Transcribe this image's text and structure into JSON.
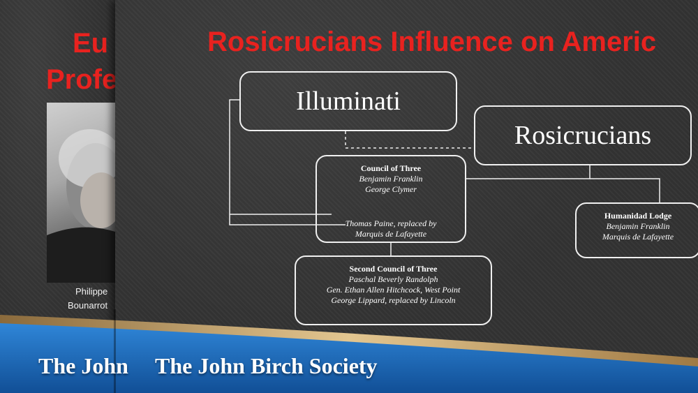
{
  "back_slide": {
    "title_line_1": "Eu",
    "title_line_2": "Profe",
    "caption_line_1": "Philippe",
    "caption_line_2": "Bounarrot"
  },
  "front_slide": {
    "title": "Rosicrucians Influence on Americ",
    "illuminati": "Illuminati",
    "rosicrucians": "Rosicrucians",
    "council_of_three": {
      "heading": "Council of Three",
      "members": [
        "Benjamin Franklin",
        "George Clymer"
      ],
      "replacement": [
        "Thomas Paine, replaced by",
        "Marquis de Lafayette"
      ]
    },
    "humanidad_lodge": {
      "heading": "Humanidad Lodge",
      "members": [
        "Benjamin Franklin",
        "Marquis de Lafayette"
      ]
    },
    "second_council": {
      "heading": "Second Council of Three",
      "members": [
        "Paschal Beverly Randolph",
        "Gen. Ethan Allen Hitchcock, West Point",
        "George Lippard, replaced by Lincoln"
      ]
    }
  },
  "footer": {
    "back_society": "The John",
    "front_society": "The John Birch Society"
  },
  "colors": {
    "title_red": "#e8221f",
    "footer_blue": "#1f6fc4",
    "footer_gold": "#c9a46a"
  },
  "icons": [
    "portrait-image"
  ]
}
